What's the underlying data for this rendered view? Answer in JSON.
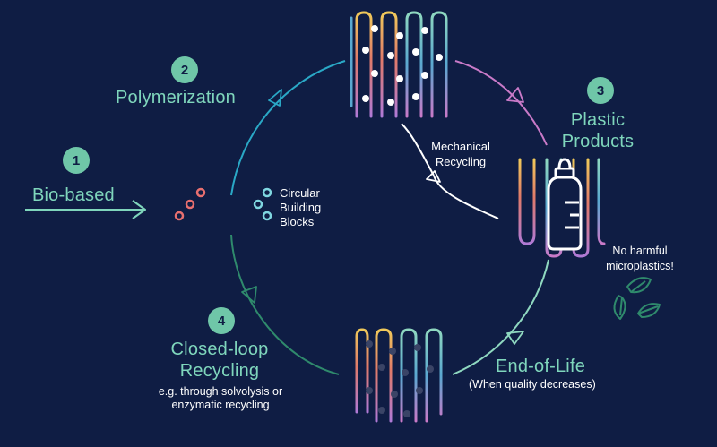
{
  "steps": [
    {
      "number": "1",
      "title": "Bio-based"
    },
    {
      "number": "2",
      "title": "Polymerization"
    },
    {
      "number": "3",
      "title": "Plastic Products"
    },
    {
      "number": "4",
      "title": "Closed-loop Recycling",
      "note": "e.g. through solvolysis or enzymatic recycling"
    }
  ],
  "building_blocks_label": "Circular Building Blocks",
  "mechanical_recycling_label": "Mechanical Recycling",
  "end_of_life": {
    "title": "End-of-Life",
    "note": "(When quality decreases)"
  },
  "microplastics_note": "No harmful microplastics!",
  "icons": [
    "arrow-right-icon",
    "bottle-icon",
    "recycle-leaves-icon"
  ],
  "colors": {
    "background": "#0f1d44",
    "accent": "#7fd6bc",
    "badge": "#6fc6a8",
    "arc_blue": "#2aa8c6",
    "arc_purple": "#c97ac8",
    "arc_mint": "#8fd8c0",
    "arc_green": "#2f8a6c"
  }
}
